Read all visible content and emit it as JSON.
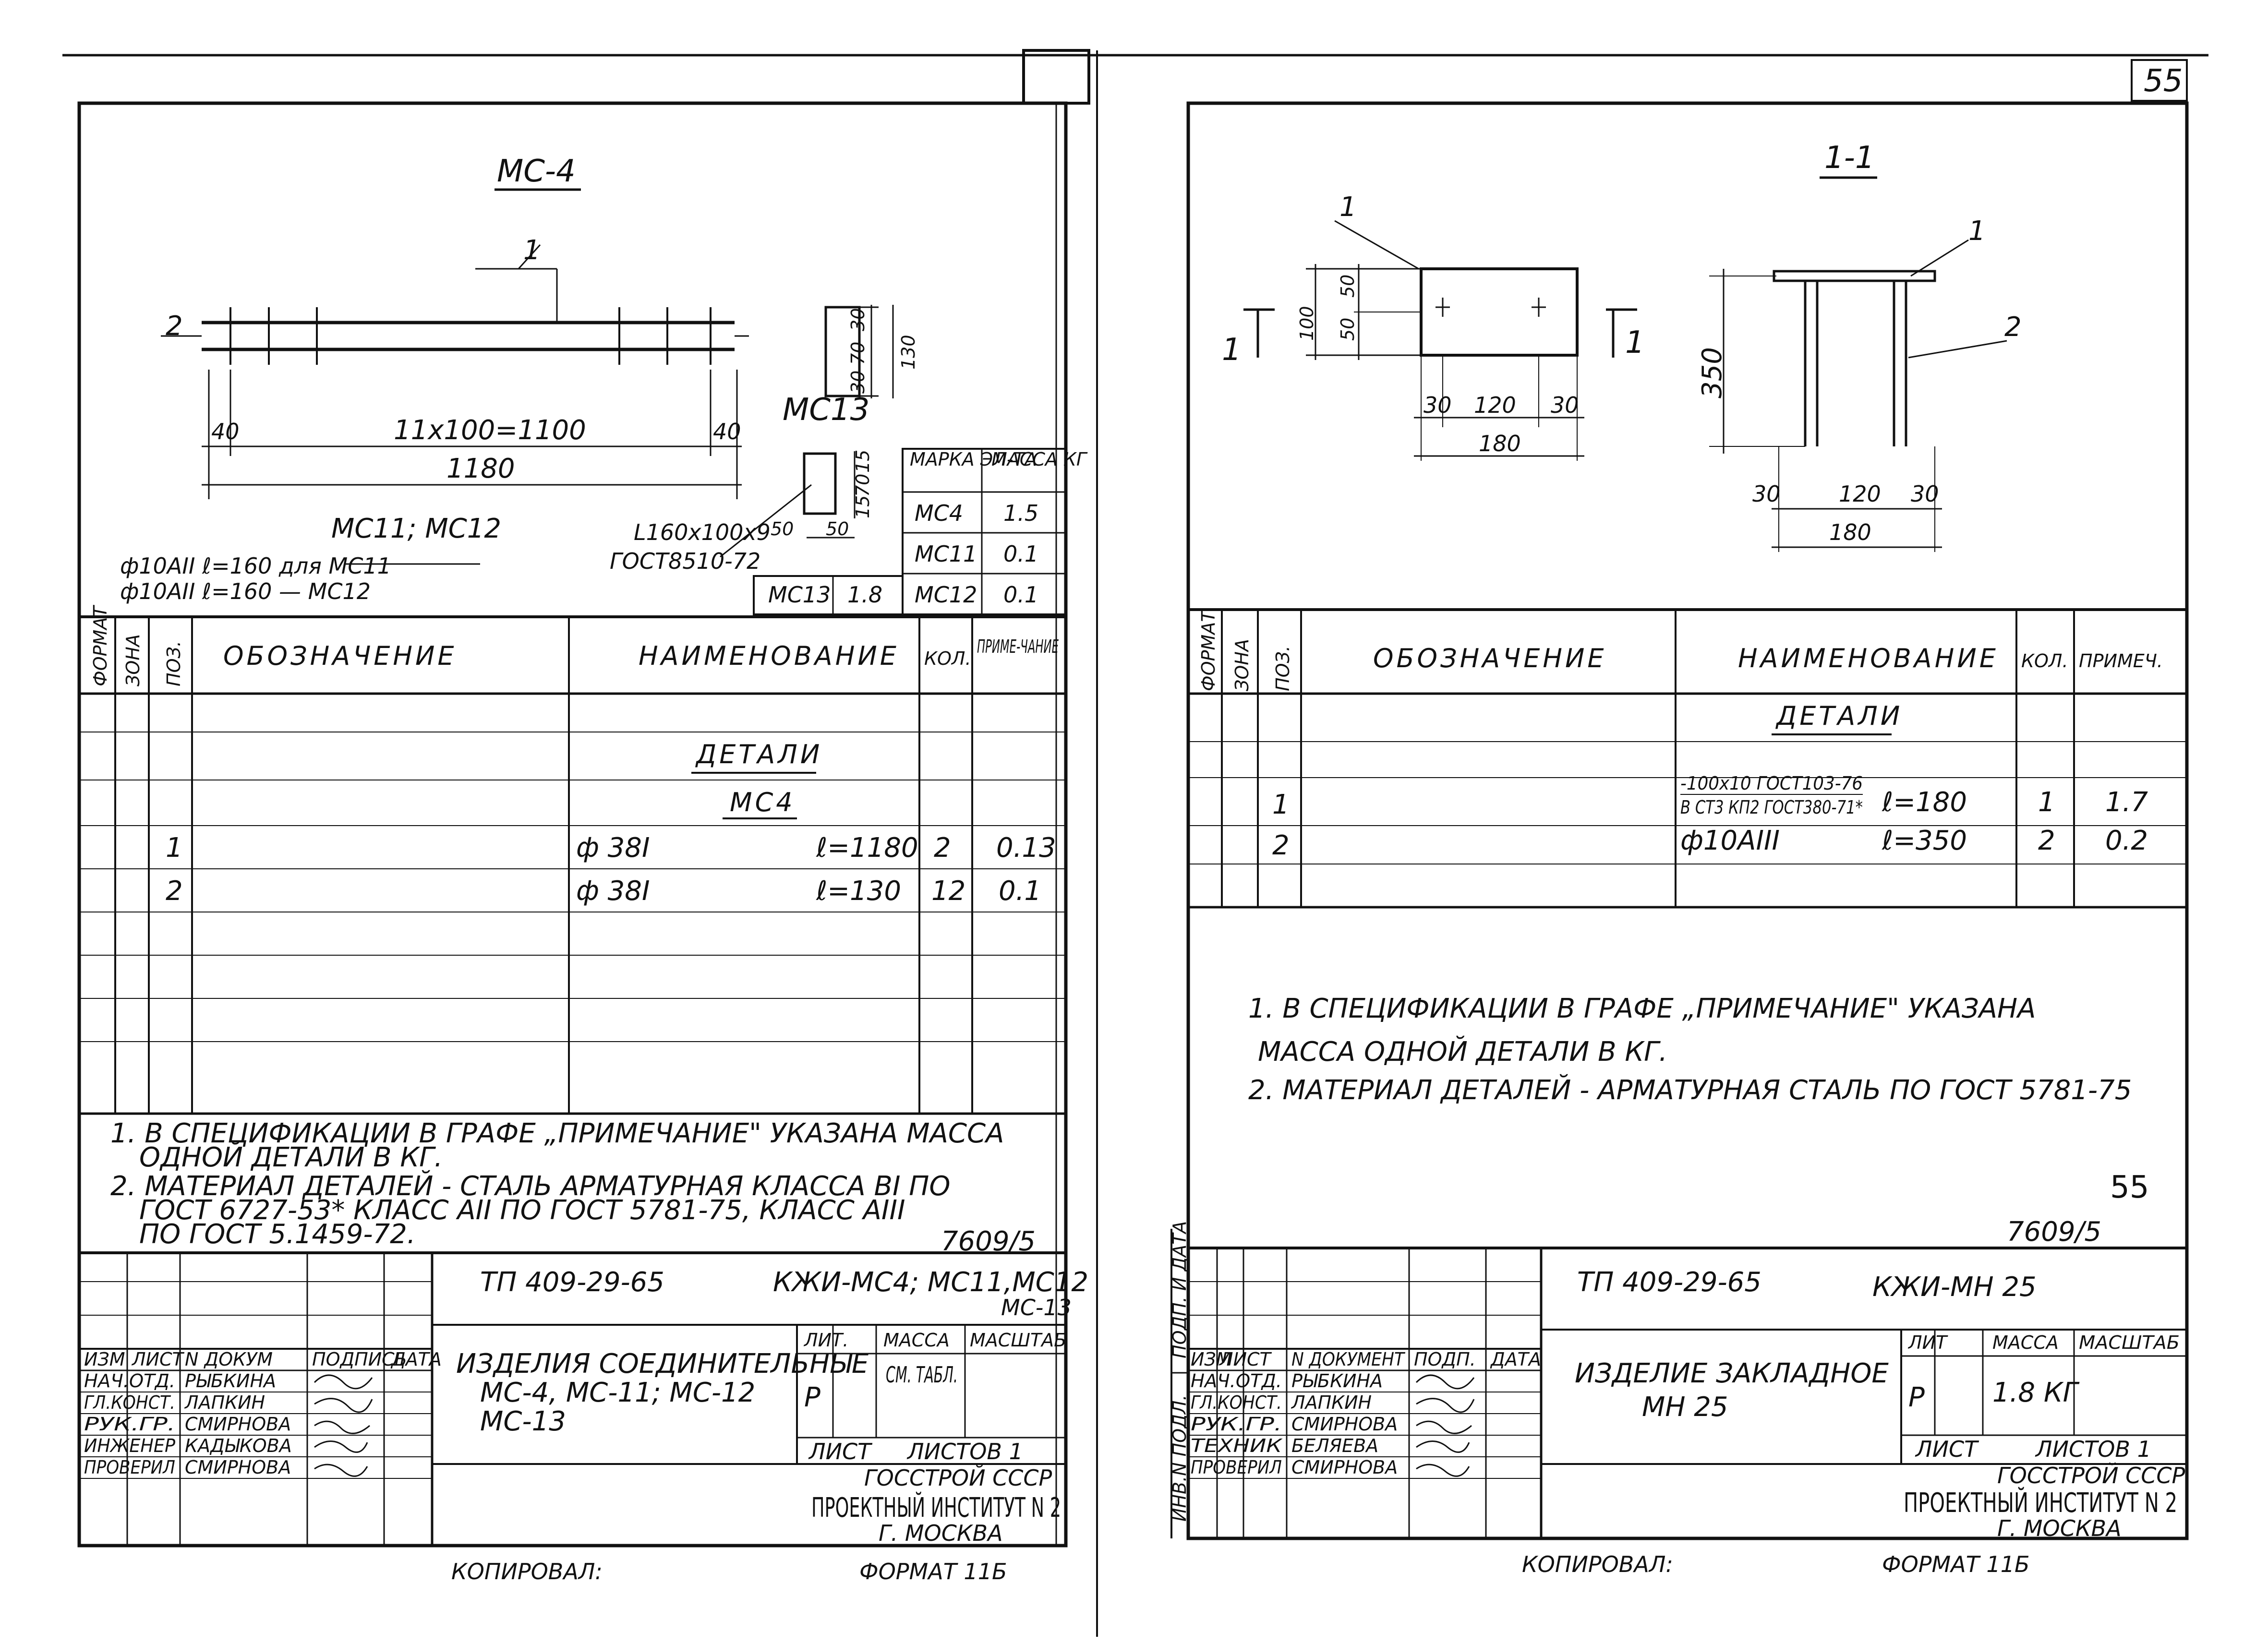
{
  "page_number": "55",
  "left": {
    "title": "МС-4",
    "leader_1": "1",
    "leader_2": "2",
    "dim_40_left": "40",
    "dim_spacing": "11х100=1100",
    "dim_40_right": "40",
    "dim_total": "1180",
    "label_mc11_mc12": "МС11; МС12",
    "side_dims": [
      "30",
      "70",
      "30",
      "130"
    ],
    "mc13_label": "МС13",
    "mc13_dims": [
      "50",
      "50",
      "15",
      "70",
      "15"
    ],
    "angle_profile": "L160х100х9",
    "angle_gost": "ГОСТ8510-72",
    "rod_note_1": "ф10АII ℓ=160 для МС11",
    "rod_note_2": "ф10АII ℓ=160 — МС12",
    "mass_table": {
      "headers": [
        "МАРКА ЭЛ-ТА",
        "МАССА КГ"
      ],
      "rows": [
        [
          "МС4",
          "1.5"
        ],
        [
          "МС11",
          "0.1"
        ],
        [
          "МС12",
          "0.1"
        ]
      ],
      "extra": [
        "МС13",
        "1.8"
      ]
    },
    "spec": {
      "headers": [
        "ФОРМАТ",
        "ЗОНА",
        "ПОЗ.",
        "ОБОЗНАЧЕНИЕ",
        "НАИМЕНОВАНИЕ",
        "КОЛ.",
        "ПРИМЕ-ЧАНИЕ"
      ],
      "section": "ДЕТАЛИ",
      "subsection": "МС4",
      "rows": [
        {
          "pos": "1",
          "name": "ф 38I",
          "length": "ℓ=1180",
          "qty": "2",
          "note": "0.13"
        },
        {
          "pos": "2",
          "name": "ф 38I",
          "length": "ℓ=130",
          "qty": "12",
          "note": "0.1"
        }
      ]
    },
    "notes": [
      "1. В СПЕЦИФИКАЦИИ В ГРАФЕ „ПРИМЕЧАНИЕ\" УКАЗАНА МАССА",
      "ОДНОЙ ДЕТАЛИ В КГ.",
      "2. МАТЕРИАЛ ДЕТАЛЕЙ - СТАЛЬ АРМАТУРНАЯ КЛАССА ВI ПО",
      "ГОСТ 6727-53* КЛАСС АII ПО ГОСТ 5781-75, КЛАСС АIII",
      "ПО ГОСТ 5.1459-72."
    ],
    "ref": "7609/5",
    "stamp": {
      "project": "ТП 409-29-65",
      "code": "КЖИ-МС4; МС11,МС12",
      "code2": "МС-13",
      "title_1": "ИЗДЕЛИЯ СОЕДИНИТЕЛЬНЫЕ",
      "title_2": "МС-4, МС-11; МС-12",
      "title_3": "МС-13",
      "col_heads": [
        "ЛИТ.",
        "МАССА",
        "МАСШТАБ"
      ],
      "stage": "Р",
      "mass": "СМ. ТАБЛ.",
      "sheet": "ЛИСТ",
      "sheets": "ЛИСТОВ 1",
      "org_1": "ГОССТРОЙ СССР",
      "org_2": "ПРОЕКТНЫЙ ИНСТИТУТ N 2",
      "org_3": "Г. МОСКВА",
      "sig_heads": [
        "ИЗМ",
        "ЛИСТ",
        "N ДОКУМ",
        "ПОДПИСЬ",
        "ДАТА"
      ],
      "staff": [
        [
          "НАЧ.ОТД.",
          "РЫБКИНА"
        ],
        [
          "ГЛ.КОНСТ.",
          "ЛАПКИН"
        ],
        [
          "РУК.ГР.",
          "СМИРНОВА"
        ],
        [
          "ИНЖЕНЕР",
          "КАДЫКОВА"
        ],
        [
          "ПРОВЕРИЛ",
          "СМИРНОВА"
        ]
      ]
    },
    "footer_copied": "КОПИРОВАЛ:",
    "footer_format": "ФОРМАТ 11Б"
  },
  "right": {
    "section_title": "1-1",
    "cut_mark": "1",
    "leader_1": "1",
    "leader_2": "2",
    "plate_dims": [
      "100",
      "50",
      "50",
      "30",
      "120",
      "30",
      "180"
    ],
    "side_dims": [
      "350",
      "30",
      "120",
      "30",
      "180"
    ],
    "spec": {
      "headers": [
        "ФОРМАТ",
        "ЗОНА",
        "ПОЗ.",
        "ОБОЗНАЧЕНИЕ",
        "НАИМЕНОВАНИЕ",
        "КОЛ.",
        "ПРИМЕЧ."
      ],
      "section": "ДЕТАЛИ",
      "rows": [
        {
          "pos": "1",
          "name_top": "-100х10 ГОСТ103-76",
          "name_bot": "В СТ3 КП2 ГОСТ380-71*",
          "length": "ℓ=180",
          "qty": "1",
          "note": "1.7"
        },
        {
          "pos": "2",
          "name": "ф10АIII",
          "length": "ℓ=350",
          "qty": "2",
          "note": "0.2"
        }
      ]
    },
    "notes": [
      "1. В СПЕЦИФИКАЦИИ В ГРАФЕ „ПРИМЕЧАНИЕ\" УКАЗАНА",
      "МАССА ОДНОЙ ДЕТАЛИ В КГ.",
      "2. МАТЕРИАЛ ДЕТАЛЕЙ - АРМАТУРНАЯ СТАЛЬ ПО ГОСТ 5781-75"
    ],
    "page_mark": "55",
    "ref": "7609/5",
    "side_label_1": "ПОДП. И ДАТА",
    "side_label_2": "ИНВ.N ПОДЛ.",
    "stamp": {
      "project": "ТП 409-29-65",
      "code": "КЖИ-МН 25",
      "title_1": "ИЗДЕЛИЕ ЗАКЛАДНОЕ",
      "title_2": "МН 25",
      "col_heads": [
        "ЛИТ",
        "МАССА",
        "МАСШТАБ"
      ],
      "stage": "Р",
      "mass": "1.8 КГ",
      "sheet": "ЛИСТ",
      "sheets": "ЛИСТОВ 1",
      "org_1": "ГОССТРОЙ СССР",
      "org_2": "ПРОЕКТНЫЙ ИНСТИТУТ N 2",
      "org_3": "Г. МОСКВА",
      "sig_heads": [
        "ИЗМ",
        "ЛИСТ",
        "N ДОКУМЕНТ",
        "ПОДП.",
        "ДАТА"
      ],
      "staff": [
        [
          "НАЧ.ОТД.",
          "РЫБКИНА"
        ],
        [
          "ГЛ.КОНСТ.",
          "ЛАПКИН"
        ],
        [
          "РУК.ГР.",
          "СМИРНОВА"
        ],
        [
          "ТЕХНИК",
          "БЕЛЯЕВА"
        ],
        [
          "ПРОВЕРИЛ",
          "СМИРНОВА"
        ]
      ]
    },
    "footer_copied": "КОПИРОВАЛ:",
    "footer_format": "ФОРМАТ 11Б"
  }
}
